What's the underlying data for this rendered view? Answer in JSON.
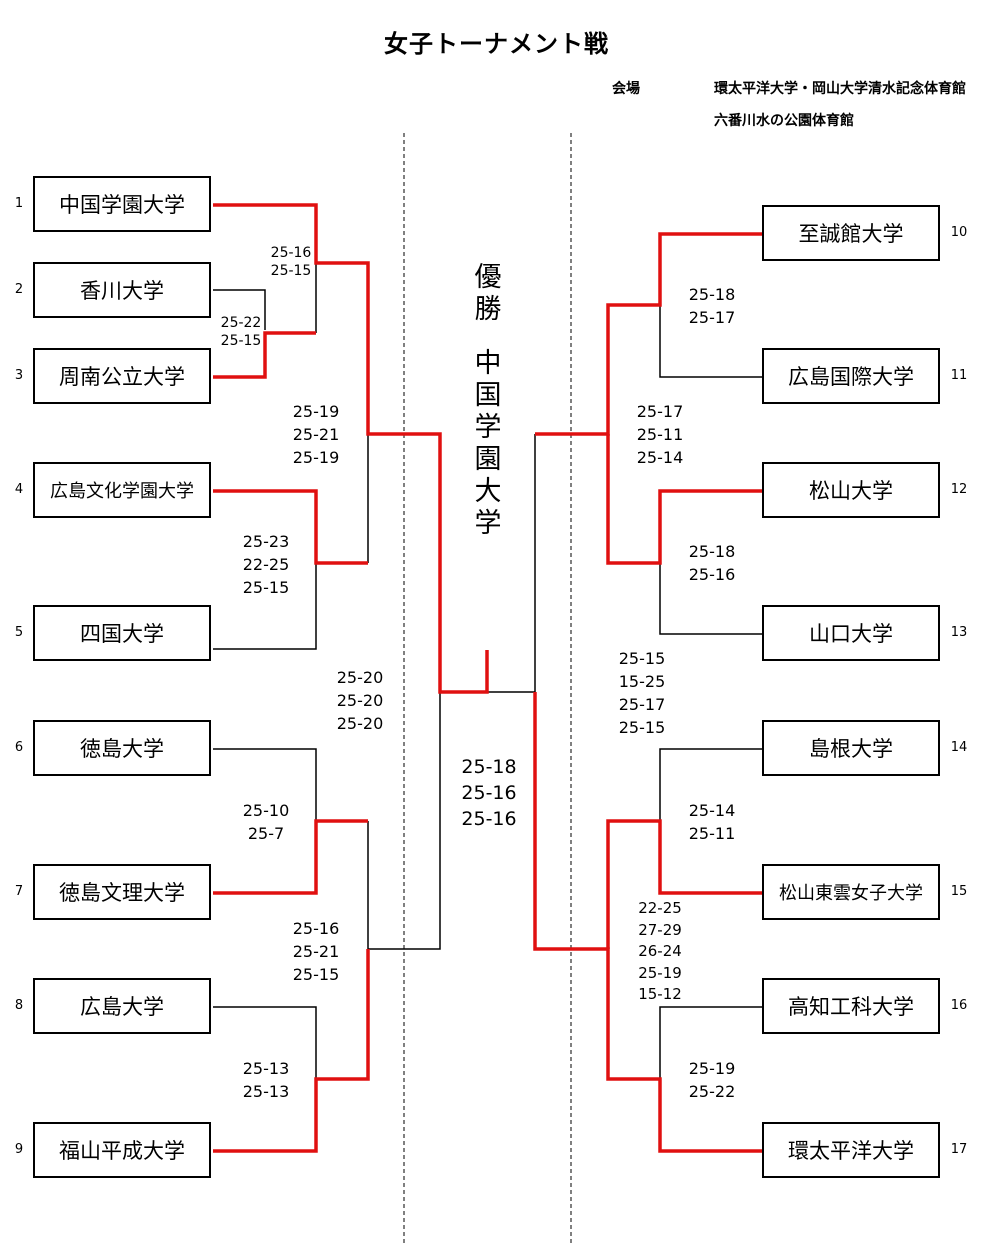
{
  "title": "女子トーナメント戦",
  "venue_label": "会場",
  "venues": [
    "環太平洋大学・岡山大学清水記念体育館",
    "六番川水の公園体育館"
  ],
  "champion_label": "優勝",
  "champion": "中国学園大学",
  "left_teams": [
    {
      "seed": "1",
      "name": "中国学園大学"
    },
    {
      "seed": "2",
      "name": "香川大学"
    },
    {
      "seed": "3",
      "name": "周南公立大学"
    },
    {
      "seed": "4",
      "name": "広島文化学園大学"
    },
    {
      "seed": "5",
      "name": "四国大学"
    },
    {
      "seed": "6",
      "name": "徳島大学"
    },
    {
      "seed": "7",
      "name": "徳島文理大学"
    },
    {
      "seed": "8",
      "name": "広島大学"
    },
    {
      "seed": "9",
      "name": "福山平成大学"
    }
  ],
  "right_teams": [
    {
      "seed": "10",
      "name": "至誠館大学"
    },
    {
      "seed": "11",
      "name": "広島国際大学"
    },
    {
      "seed": "12",
      "name": "松山大学"
    },
    {
      "seed": "13",
      "name": "山口大学"
    },
    {
      "seed": "14",
      "name": "島根大学"
    },
    {
      "seed": "15",
      "name": "松山東雲女子大学"
    },
    {
      "seed": "16",
      "name": "高知工科大学"
    },
    {
      "seed": "17",
      "name": "環太平洋大学"
    }
  ],
  "scores": {
    "m_2v3": "25-22\n25-15",
    "m_1v23": "25-16\n25-15",
    "m_4v5": "25-23\n22-25\n25-15",
    "m_left_top_semi": "25-19\n25-21\n25-19",
    "m_6v7": "25-10\n25-7",
    "m_8v9": "25-13\n25-13",
    "m_left_bottom_semi": "25-16\n25-21\n25-15",
    "m_left_final": "25-20\n25-20\n25-20",
    "m_final": "25-18\n25-16\n25-16",
    "m_10v11": "25-18\n25-17",
    "m_12v13": "25-18\n25-16",
    "m_right_top_semi": "25-17\n25-11\n25-14",
    "m_14v15": "25-14\n25-11",
    "m_16v17": "25-19\n25-22",
    "m_right_bottom_semi": "22-25\n27-29\n26-24\n25-19\n15-12",
    "m_right_final": "25-15\n15-25\n25-17\n25-15"
  },
  "colors": {
    "win_line": "#e01010",
    "line": "#000000"
  }
}
